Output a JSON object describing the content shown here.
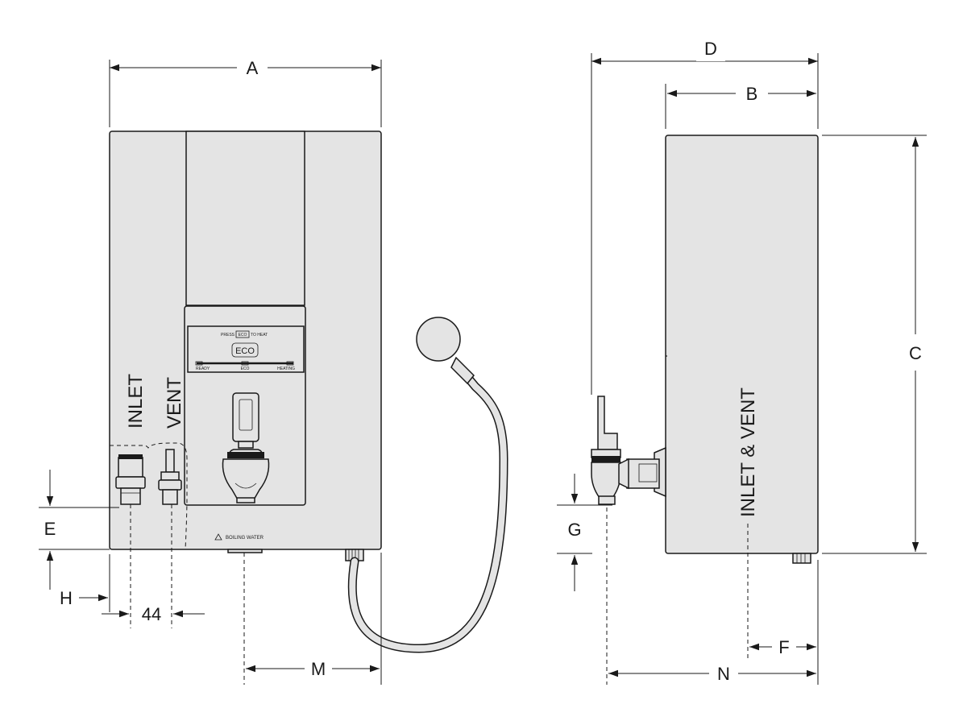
{
  "dimensions": {
    "a": "A",
    "b": "B",
    "c": "C",
    "d": "D",
    "e": "E",
    "f": "F",
    "g": "G",
    "h": "H",
    "m": "M",
    "n": "N",
    "spacing": "44"
  },
  "labels": {
    "inlet": "INLET",
    "vent": "VENT",
    "inlet_and_vent": "INLET & VENT",
    "boiling_water": "BOILING WATER",
    "eco_button": "ECO",
    "press_prefix": "PRESS",
    "press_key": "ECO",
    "press_suffix": "TO HEAT",
    "indicator_ready": "READY",
    "indicator_eco": "ECO",
    "indicator_heating": "HEATING"
  }
}
